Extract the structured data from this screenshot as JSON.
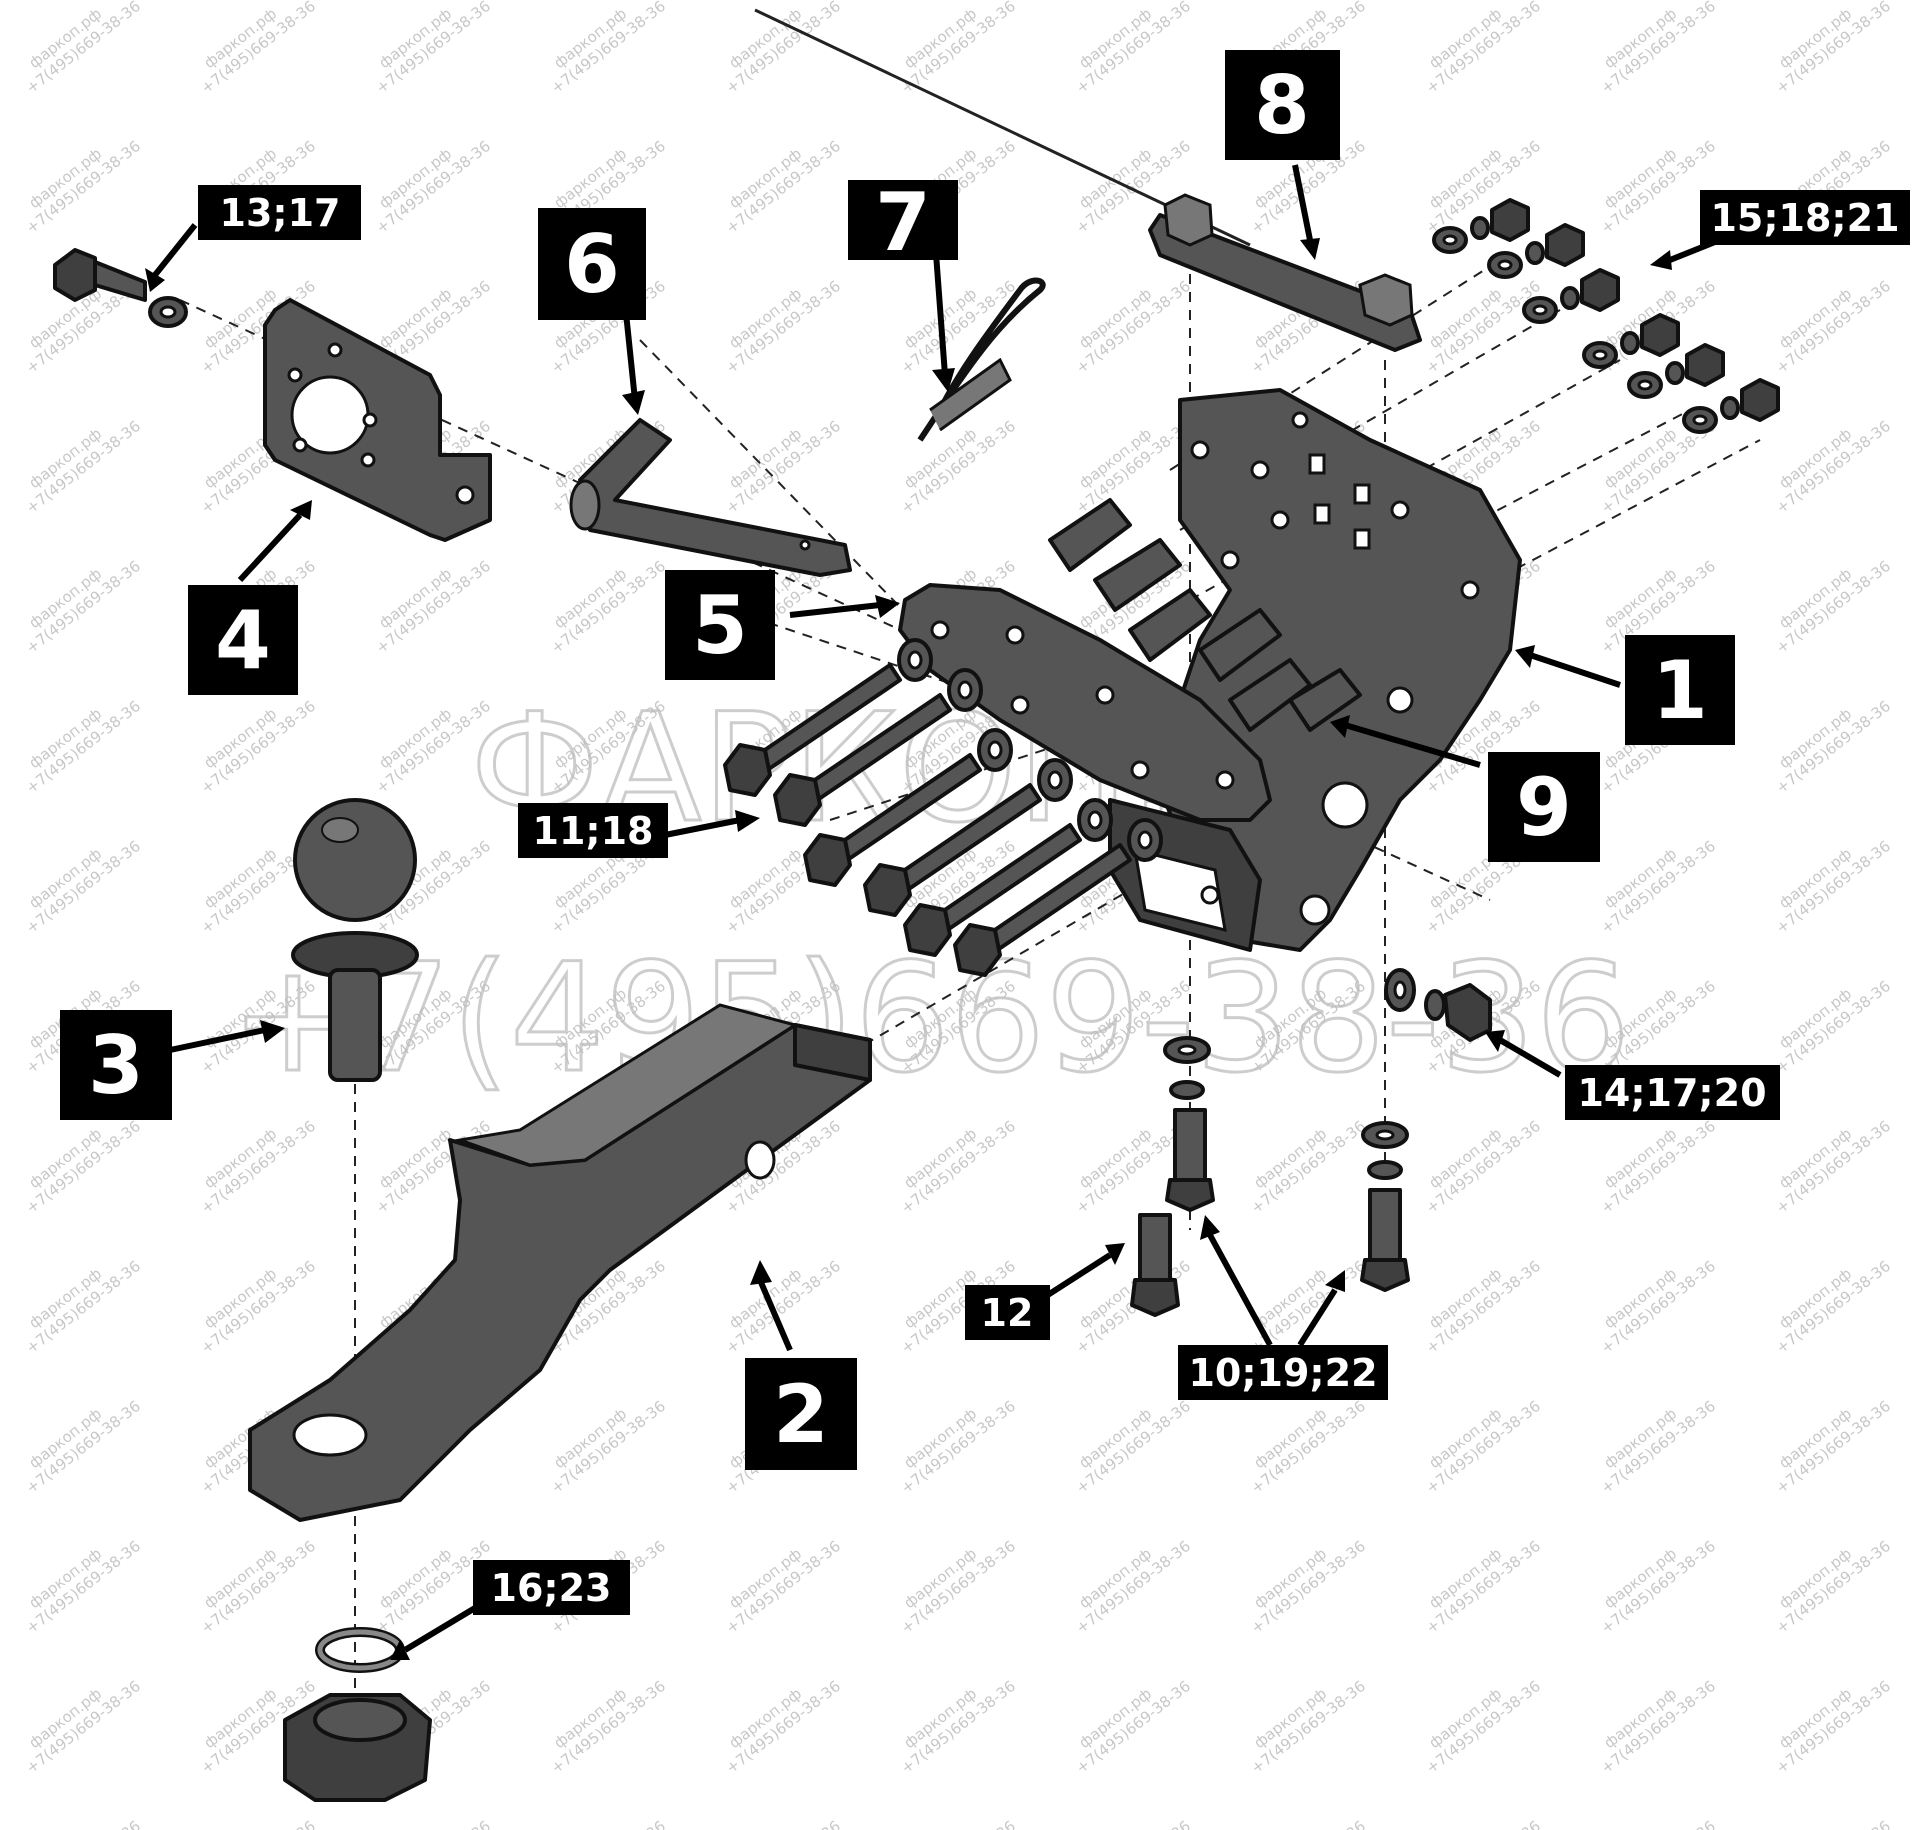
{
  "watermark": {
    "site": "фаркоп.рф",
    "phone": "+7(495)669-38-36",
    "big_site": "ФАРКОП.РФ",
    "big_phone": "+7(495)669-38-36"
  },
  "callouts": [
    {
      "id": "1",
      "text": "1"
    },
    {
      "id": "2",
      "text": "2"
    },
    {
      "id": "3",
      "text": "3"
    },
    {
      "id": "4",
      "text": "4"
    },
    {
      "id": "5",
      "text": "5"
    },
    {
      "id": "6",
      "text": "6"
    },
    {
      "id": "7",
      "text": "7"
    },
    {
      "id": "8",
      "text": "8"
    },
    {
      "id": "9",
      "text": "9"
    },
    {
      "id": "13_17",
      "text": "13;17"
    },
    {
      "id": "15_18_21",
      "text": "15;18;21"
    },
    {
      "id": "11_18",
      "text": "11;18"
    },
    {
      "id": "14_17_20",
      "text": "14;17;20"
    },
    {
      "id": "12",
      "text": "12"
    },
    {
      "id": "10_19_22",
      "text": "10;19;22"
    },
    {
      "id": "16_23",
      "text": "16;23"
    }
  ],
  "colors": {
    "part": "#555555",
    "outline": "#111111",
    "label_bg": "#000000",
    "label_text": "#ffffff"
  }
}
